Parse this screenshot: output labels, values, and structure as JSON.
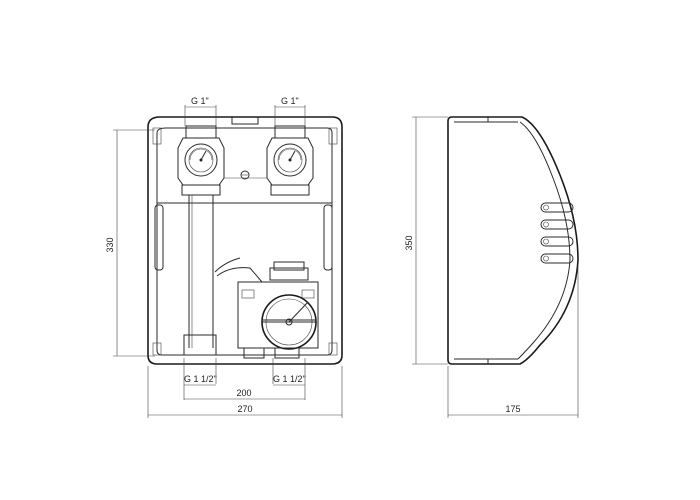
{
  "dimensions": {
    "front_top_left_port": "G 1\"",
    "front_top_right_port": "G 1\"",
    "front_bottom_left_port": "G 1 1/2\"",
    "front_bottom_right_port": "G 1 1/2\"",
    "front_height": "330",
    "front_port_spacing": "200",
    "front_width": "270",
    "side_height": "350",
    "side_depth": "175"
  }
}
